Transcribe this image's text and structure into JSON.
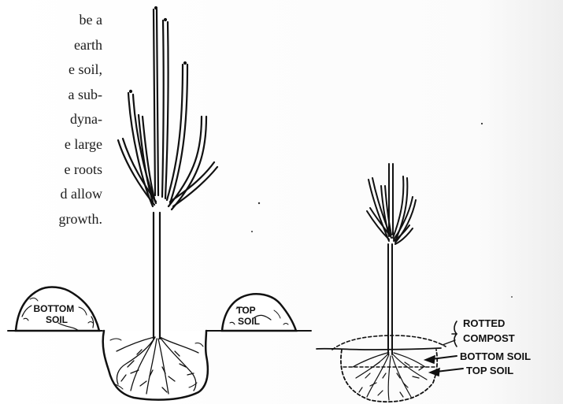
{
  "paragraph_lines": [
    "be a",
    "earth",
    "e soil,",
    "a sub-",
    "dyna-",
    "e large",
    "e roots",
    "d allow",
    "growth."
  ],
  "figure": {
    "left_mound_label": [
      "BOTTOM",
      "SOIL"
    ],
    "right_mound_label": [
      "TOP",
      "SOIL"
    ],
    "layer_labels": {
      "compost": [
        "ROTTED",
        "COMPOST"
      ],
      "bottom_soil": "BOTTOM SOIL",
      "top_soil": "TOP SOIL"
    }
  },
  "colors": {
    "ink": "#111111",
    "paper": "#ffffff"
  }
}
